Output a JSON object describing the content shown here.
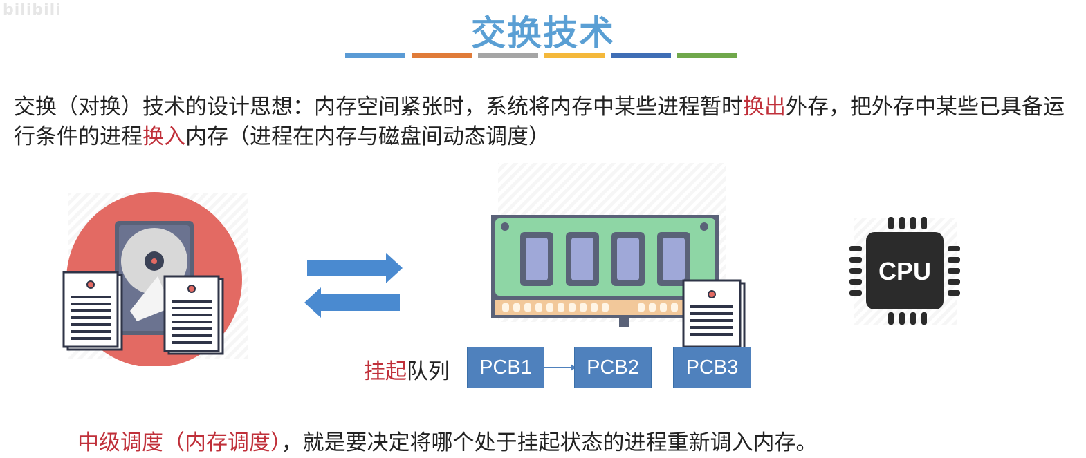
{
  "watermark": "bilibili",
  "title": "交换技术",
  "accent_colors": [
    "#5a9bd5",
    "#e07b39",
    "#a5a5a5",
    "#f4b83b",
    "#3f6eb5",
    "#70a84b"
  ],
  "description": {
    "part1": "交换（对换）技术的设计思想：内存空间紧张时，系统将内存中某些进程暂时",
    "swap_out": "换出",
    "part2": "外存，把外存中某些已具备运行条件的进程",
    "swap_in": "换入",
    "part3": "内存（进程在内存与磁盘间动态调度）"
  },
  "icons": {
    "disk": "hard-disk-with-documents-icon",
    "arrows": "swap-arrows-icon",
    "memory": "ram-memory-icon",
    "cpu": "cpu-chip-icon"
  },
  "cpu_label": "CPU",
  "queue": {
    "label_red": "挂起",
    "label": "队列",
    "items": [
      "PCB1",
      "PCB2",
      "PCB3"
    ]
  },
  "conclusion": {
    "highlight": "中级调度（内存调度）",
    "text": "，就是要决定将哪个处于挂起状态的进程重新调入内存。"
  }
}
